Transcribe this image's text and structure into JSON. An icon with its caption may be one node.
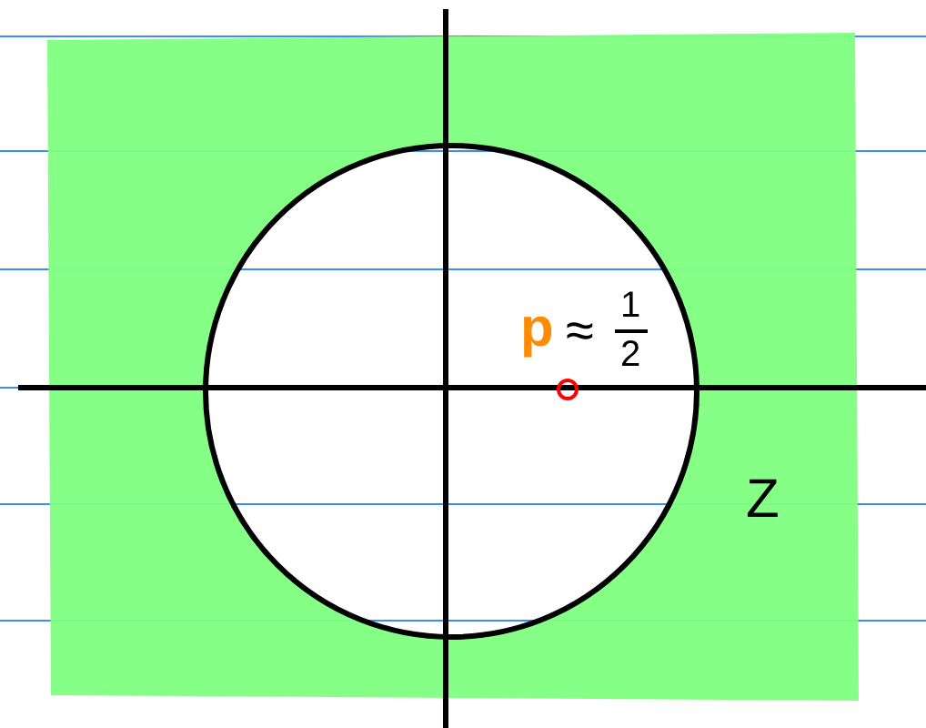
{
  "diagram": {
    "labels": [
      "p",
      "≈",
      "1",
      "2",
      "Z"
    ]
  }
}
